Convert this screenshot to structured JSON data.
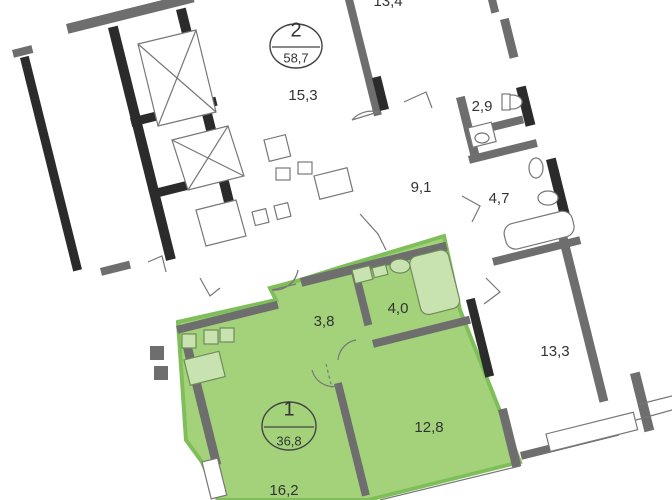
{
  "colors": {
    "highlight_fill": "#a3d27a",
    "highlight_border": "#7fbf59",
    "wall": "#6e6e6e",
    "wall_dark": "#2b2b2b",
    "background": "#ffffff"
  },
  "apartments": [
    {
      "number": "1",
      "area": "36,8",
      "highlighted": true
    },
    {
      "number": "2",
      "area": "58,7",
      "highlighted": false
    }
  ],
  "rooms": [
    {
      "id": "room-13-4",
      "area": "13,4"
    },
    {
      "id": "room-15-3",
      "area": "15,3"
    },
    {
      "id": "room-2-9",
      "area": "2,9"
    },
    {
      "id": "room-9-1",
      "area": "9,1"
    },
    {
      "id": "room-4-7",
      "area": "4,7"
    },
    {
      "id": "room-3-8",
      "area": "3,8"
    },
    {
      "id": "room-4-0",
      "area": "4,0"
    },
    {
      "id": "room-13-3",
      "area": "13,3"
    },
    {
      "id": "room-12-8",
      "area": "12,8"
    },
    {
      "id": "room-16-2",
      "area": "16,2"
    }
  ]
}
